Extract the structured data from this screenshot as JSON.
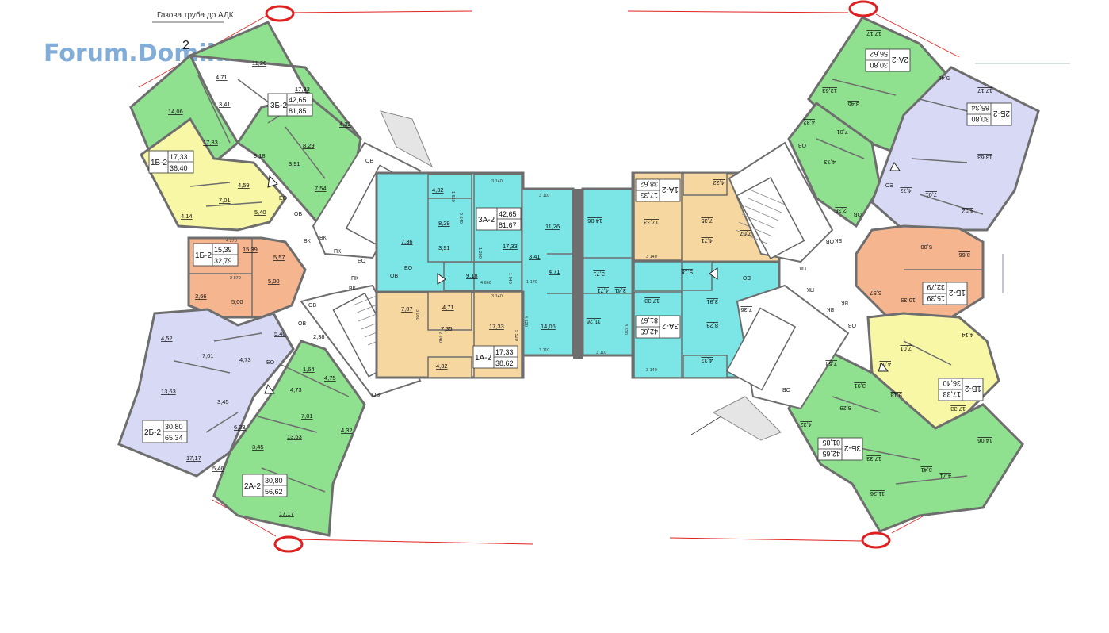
{
  "watermark": "Forum.Domik.ua",
  "gas_note": "Газова труба до АДК",
  "gas_num": "2",
  "colors": {
    "green": "#8fe08f",
    "yellow": "#f7f7a6",
    "orange": "#f5b58f",
    "lavender": "#d8d9f5",
    "cyan": "#7ce6e6",
    "tan": "#f7d7a0",
    "wall": "#6e6e6e",
    "marker": "#e02020"
  },
  "labels": {
    "ov": "ОВ",
    "vk": "ВК",
    "eo": "ЕО",
    "pk": "ПК"
  },
  "apartments": {
    "a_3b2_l": [
      "3Б-2",
      "42,65",
      "81,85"
    ],
    "a_1v2_l": [
      "1В-2",
      "17,33",
      "36,40"
    ],
    "a_1b2_l": [
      "1Б-2",
      "15,39",
      "32,79"
    ],
    "a_2b2_l": [
      "2Б-2",
      "30,80",
      "65,34"
    ],
    "a_2a2_l": [
      "2А-2",
      "30,80",
      "56,62"
    ],
    "a_3a2_c": [
      "3А-2",
      "42,65",
      "81,67"
    ],
    "a_1a2_c": [
      "1А-2",
      "17,33",
      "38,62"
    ],
    "a_1a2_r": [
      "1А-2",
      "17,33",
      "38,62"
    ],
    "a_3a2_r": [
      "3А-2",
      "42,65",
      "81,67"
    ],
    "a_2a2_r": [
      "2А-2",
      "30,80",
      "56,62"
    ],
    "a_2b2_r": [
      "2Б-2",
      "30,80",
      "65,34"
    ],
    "a_1b2_r": [
      "1Б-2",
      "15,39",
      "32,79"
    ],
    "a_1v2_r": [
      "1В-2",
      "17,33",
      "36,40"
    ],
    "a_3b2_r": [
      "3Б-2",
      "42,65",
      "81,85"
    ]
  },
  "rooms": {
    "r_l1": "11,26",
    "r_l2": "14,06",
    "r_l3": "4,71",
    "r_l4": "3,41",
    "r_l5": "17,33",
    "r_l6": "8,29",
    "r_l7": "4,32",
    "r_l8": "9,18",
    "r_l9": "3,91",
    "r_l10": "7,54",
    "r_l11": "17,33",
    "r_l12": "4,59",
    "r_l13": "7,01",
    "r_l14": "4,14",
    "r_l15": "5,40",
    "r_l16": "15,39",
    "r_l17": "5,57",
    "r_l18": "3,66",
    "r_l19": "5,00",
    "r_l20": "5,00",
    "r_l21": "4,52",
    "r_l22": "7,01",
    "r_l23": "4,73",
    "r_l24": "5,40",
    "r_l25": "13,63",
    "r_l26": "3,45",
    "r_l27": "6,23",
    "r_l28": "17,17",
    "r_l29": "5,46",
    "r_l30": "2,38",
    "r_l31": "1,64",
    "r_l32": "4,75",
    "r_l33": "4,73",
    "r_l34": "7,01",
    "r_l35": "4,32",
    "r_l36": "13,63",
    "r_l37": "3,45",
    "r_l38": "17,17",
    "r_c1": "4,32",
    "r_c2": "8,29",
    "r_c3": "3,91",
    "r_c4": "7,36",
    "r_c5": "17,33",
    "r_c6": "11,26",
    "r_c7": "3,41",
    "r_c8": "4,71",
    "r_c9": "9,18",
    "r_c10": "7,07",
    "r_c11": "4,71",
    "r_c12": "7,35",
    "r_c13": "17,33",
    "r_c14": "4,32",
    "r_c15": "14,06",
    "r_c16": "3,71",
    "r_c17": "14,06",
    "r_c18": "17,33",
    "r_c19": "4,32",
    "r_c20": "7,35",
    "r_c21": "4,71",
    "r_c22": "7,07",
    "r_c23": "9,18",
    "r_c24": "4,71",
    "r_c25": "3,41",
    "r_c26": "11,26",
    "r_c27": "17,33",
    "r_c28": "3,91",
    "r_c29": "8,29",
    "r_c30": "7,36",
    "r_c31": "4,32",
    "r_r1": "17,17",
    "r_r2": "13,63",
    "r_r3": "3,45",
    "r_r4": "7,01",
    "r_r5": "4,73",
    "r_r6": "4,32",
    "r_r7": "2,38",
    "r_r8": "17,17",
    "r_r9": "13,63",
    "r_r10": "4,73",
    "r_r11": "7,01",
    "r_r12": "4,52",
    "r_r13": "5,46",
    "r_r14": "5,00",
    "r_r15": "3,66",
    "r_r16": "5,57",
    "r_r17": "15,39",
    "r_r18": "4,14",
    "r_r19": "7,01",
    "r_r20": "4,59",
    "r_r21": "17,33",
    "r_r22": "7,54",
    "r_r23": "3,91",
    "r_r24": "8,29",
    "r_r25": "9,18",
    "r_r26": "4,32",
    "r_r27": "17,33",
    "r_r28": "14,06",
    "r_r29": "3,41",
    "r_r30": "4,71",
    "r_r31": "11,26"
  },
  "dims": {
    "d1": "3 140",
    "d2": "3 110",
    "d3": "4 520",
    "d4": "5 520",
    "d5": "1 560",
    "d6": "2 640",
    "d7": "4 660",
    "d8": "1 940",
    "d9": "2 870",
    "d10": "4 270",
    "d11": "3 080",
    "d12": "1 200",
    "d13": "2 240",
    "d14": "1 170",
    "d15": "3 620"
  }
}
